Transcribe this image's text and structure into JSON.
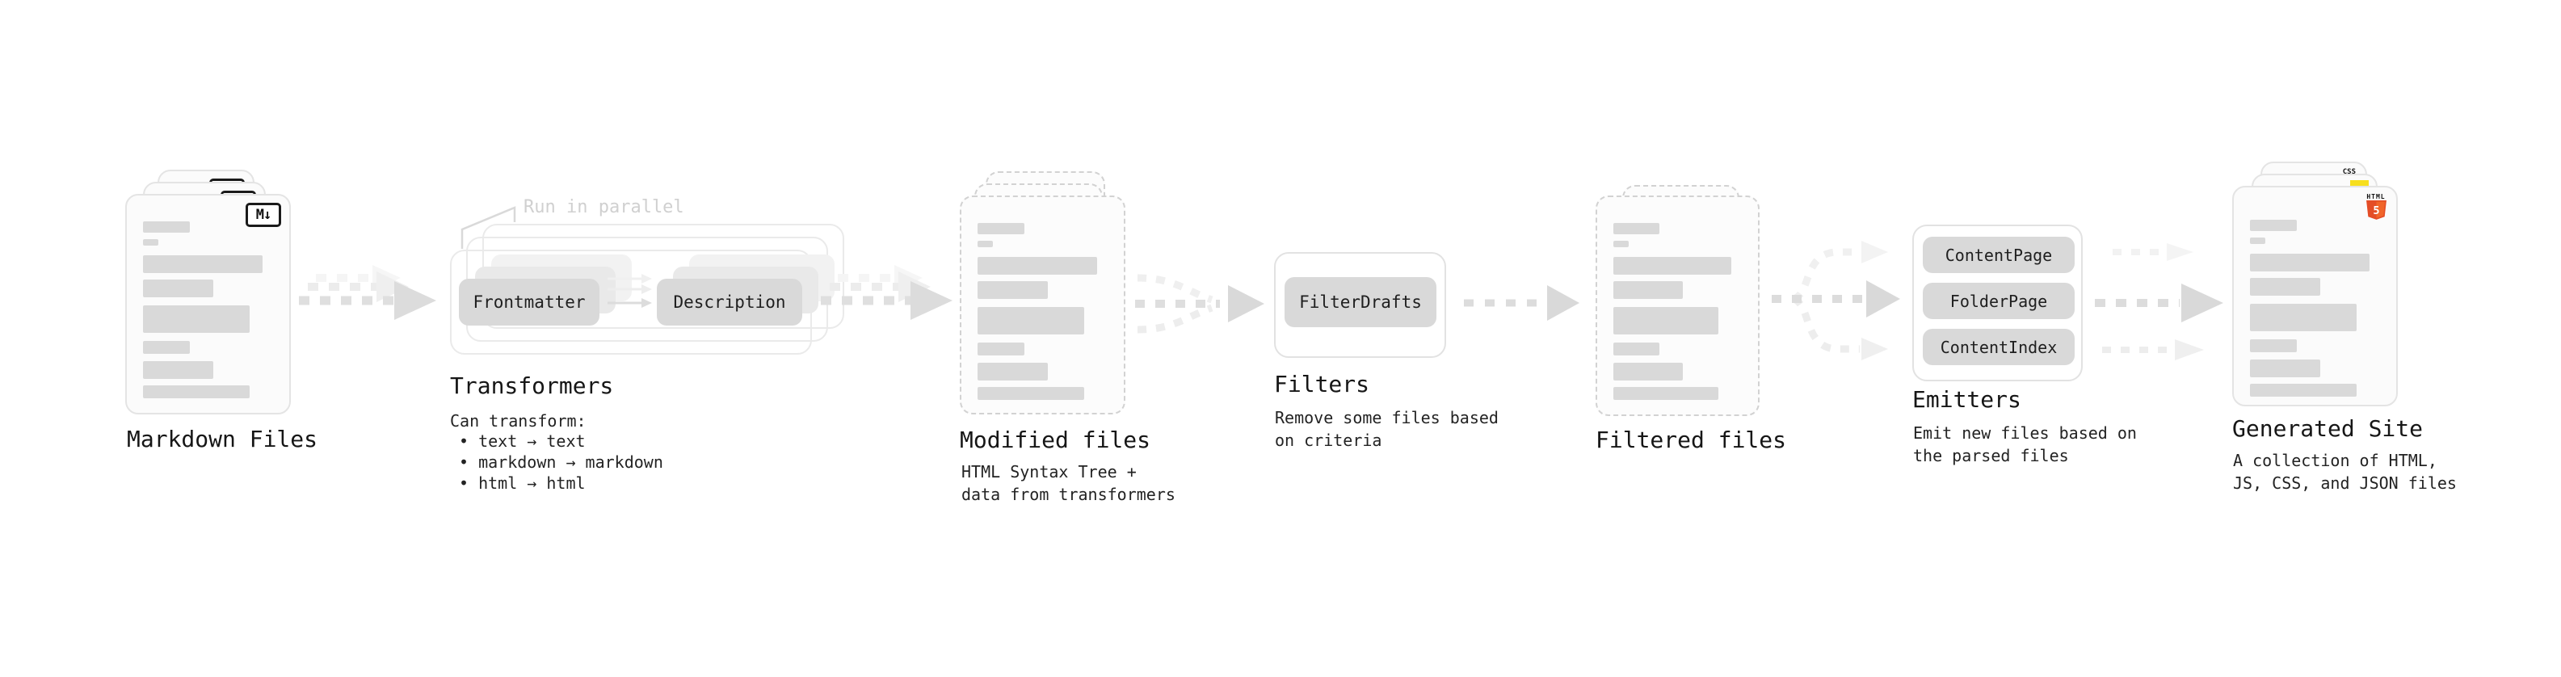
{
  "diagram": {
    "nodes": {
      "markdown_files": {
        "label": "Markdown Files",
        "badge_text": "M↓"
      },
      "transformers": {
        "callout": "Run in parallel",
        "steps": [
          "Frontmatter",
          "Description"
        ],
        "title": "Transformers",
        "description_heading": "Can transform:",
        "bullets": [
          "• text → text",
          "• markdown → markdown",
          "• html → html"
        ]
      },
      "modified_files": {
        "title": "Modified files",
        "subtitle_lines": [
          "HTML Syntax Tree +",
          "data from transformers"
        ]
      },
      "filters": {
        "steps": [
          "FilterDrafts"
        ],
        "title": "Filters",
        "subtitle_lines": [
          "Remove some files based",
          "on criteria"
        ]
      },
      "filtered_files": {
        "title": "Filtered files"
      },
      "emitters": {
        "steps": [
          "ContentPage",
          "FolderPage",
          "ContentIndex"
        ],
        "title": "Emitters",
        "subtitle_lines": [
          "Emit new files based on",
          "the parsed files"
        ]
      },
      "generated_site": {
        "title": "Generated Site",
        "subtitle_lines": [
          "A collection of HTML,",
          "JS, CSS, and JSON files"
        ],
        "badges": {
          "css_label": "CSS",
          "html_label": "HTML",
          "html_number": "5"
        }
      }
    },
    "bar_pattern": [
      {
        "w": "36%",
        "h": 14,
        "mb": 8
      },
      {
        "w": "12%",
        "h": 8,
        "mb": 12
      },
      {
        "w": "92%",
        "h": 22,
        "mb": 8
      },
      {
        "w": "54%",
        "h": 22,
        "mb": 10
      },
      {
        "w": "82%",
        "h": 34,
        "mb": 10
      },
      {
        "w": "36%",
        "h": 16,
        "mb": 9
      },
      {
        "w": "54%",
        "h": 22,
        "mb": 8
      },
      {
        "w": "82%",
        "h": 16,
        "mb": 0
      }
    ],
    "colors": {
      "bar": "#d9d9d9",
      "chip": "#d9d9d9",
      "card_border": "#e4e4e4",
      "dashed_border": "#d2d2d2",
      "arrow": "#dcdcdc",
      "text": "#1c1c1c",
      "muted_callout": "#d0d0d0",
      "js_yellow": "#f7df1e",
      "css_blue": "#2965f1",
      "html_orange": "#e44d26"
    }
  }
}
